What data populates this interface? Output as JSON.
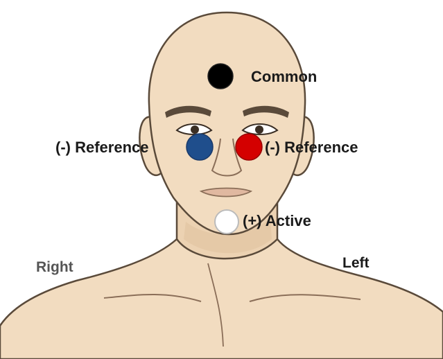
{
  "labels": {
    "common": "Common",
    "reference_right": "(-) Reference",
    "reference_left": "(-) Reference",
    "active": "(+) Active",
    "side_right": "Right",
    "side_left": "Left"
  },
  "electrodes": {
    "common": {
      "color": "#000000"
    },
    "reference_right": {
      "color": "#1f4e8c"
    },
    "reference_left": {
      "color": "#d40000"
    },
    "active": {
      "color": "#ffffff"
    }
  },
  "colors": {
    "skin": "#f2dcc0",
    "skin_shadow": "#e3c5a3",
    "outline": "#5a4a3a",
    "label_main": "#1a1a1a",
    "label_side": "#555555"
  }
}
